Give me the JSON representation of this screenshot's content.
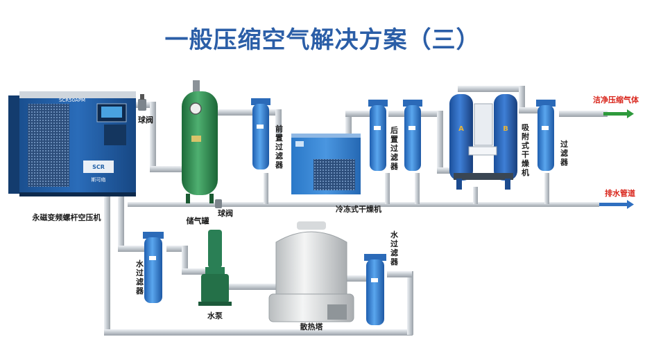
{
  "title": "一般压缩空气解决方案（三）",
  "labels": {
    "compressor": "永磁变频螺杆空压机",
    "compressor_model": "SCR50APM",
    "compressor_brand": "SCR",
    "compressor_brand_cn": "斯可络",
    "ball_valve_top": "球阀",
    "tank": "储气罐",
    "ball_valve_bottom": "球阀",
    "pre_filter": "前置过滤器",
    "dryer": "冷冻式干燥机",
    "post_filter": "后置过滤器",
    "adsorption_dryer": "吸附式干燥机",
    "filter": "过滤器",
    "output_air": "洁净压缩气体",
    "drain": "排水管道",
    "water_filter_left": "水过滤器",
    "water_pump": "水泵",
    "cooling_tower": "散热塔",
    "water_filter_right": "水过滤器",
    "tower_a": "A",
    "tower_b": "B"
  },
  "colors": {
    "title": "#2b5ea7",
    "pipe": "#c9ced4",
    "filter_blue": "#2f7fd1",
    "tank_green": "#2e8a4e",
    "compressor_blue": "#1f5fa6",
    "arrow_green": "#2e9a3c",
    "arrow_blue": "#2f6fc0",
    "accent_red": "#d9261c"
  },
  "icons": {
    "compressor": "air-compressor-icon",
    "tank": "air-tank-icon",
    "filter": "filter-icon",
    "dryer": "refrigerated-dryer-icon",
    "adsorption": "adsorption-dryer-icon",
    "pump": "water-pump-icon",
    "tower": "cooling-tower-icon",
    "valve": "ball-valve-icon"
  }
}
